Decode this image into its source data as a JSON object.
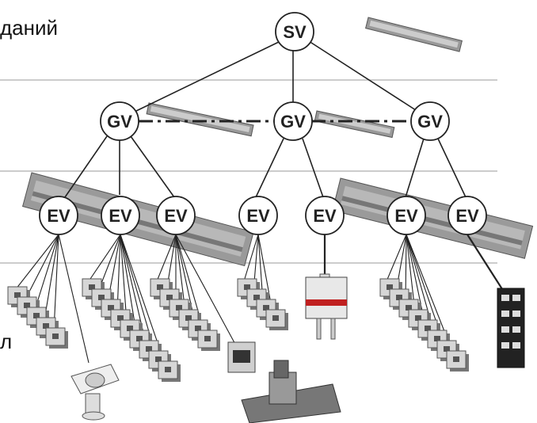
{
  "caption": "даний",
  "caption_fragment": "л",
  "nodes": {
    "sv": "SV",
    "gv_left": "GV",
    "gv_center": "GV",
    "gv_right": "GV",
    "ev1": "EV",
    "ev2": "EV",
    "ev3": "EV",
    "ev4": "EV",
    "ev5": "EV",
    "ev6": "EV",
    "ev7": "EV"
  },
  "colors": {
    "line": "#222222",
    "divider": "#bbbbbb",
    "panel": "#9a9a9a",
    "socket": "#d6d6d6"
  }
}
